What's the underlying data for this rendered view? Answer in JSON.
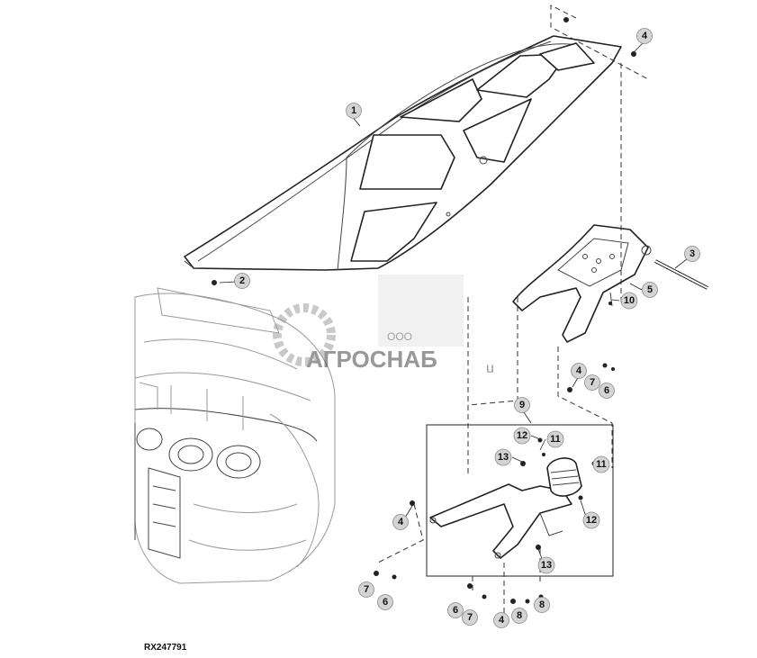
{
  "drawing_id": "RX247791",
  "watermark": {
    "line1": "ООО",
    "line2": "АГРОСНАБ",
    "suffix": "u"
  },
  "callouts": [
    "1",
    "2",
    "3",
    "4",
    "5",
    "10",
    "4",
    "7",
    "6",
    "9",
    "12",
    "11",
    "13",
    "11",
    "12",
    "13",
    "4",
    "7",
    "6",
    "6",
    "7",
    "4",
    "8",
    "8"
  ]
}
